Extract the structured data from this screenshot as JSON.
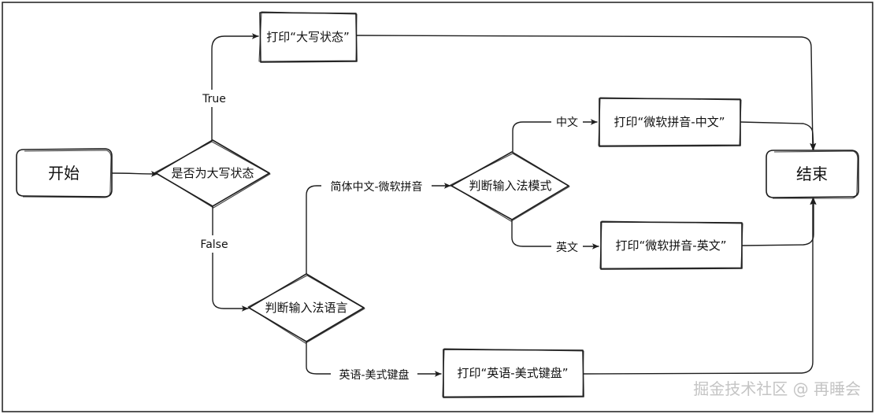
{
  "nodes": {
    "start": {
      "label": "开始"
    },
    "decision_caps": {
      "label": "是否为大写状态"
    },
    "print_caps": {
      "label": "打印“大写状态”"
    },
    "decision_language": {
      "label": "判断输入法语言"
    },
    "decision_mode": {
      "label": "判断输入法模式"
    },
    "print_pinyin_cn": {
      "label": "打印“微软拼音-中文”"
    },
    "print_pinyin_en": {
      "label": "打印“微软拼音-英文”"
    },
    "print_us_keyboard": {
      "label": "打印“英语-美式键盘”"
    },
    "end": {
      "label": "结束"
    }
  },
  "edges": {
    "true_label": "True",
    "false_label": "False",
    "simplified_chinese_label": "简体中文-微软拼音",
    "us_english_label": "英语-美式键盘",
    "chinese_label": "中文",
    "english_label": "英文"
  },
  "watermark": "掘金技术社区 @ 再睡会"
}
